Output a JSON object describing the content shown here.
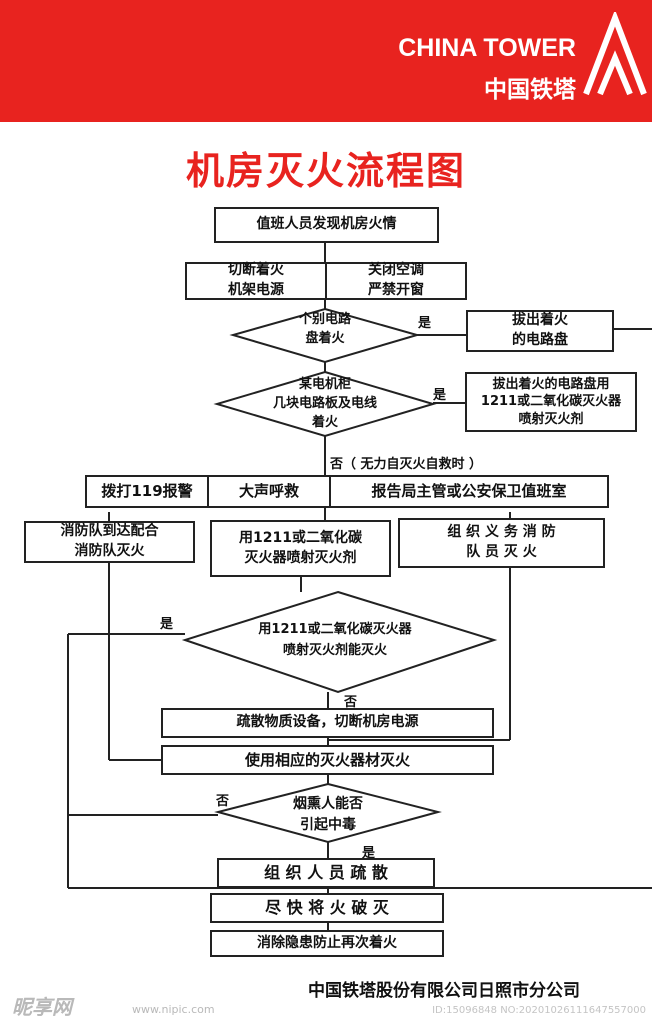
{
  "brand": {
    "name_en": "CHINA TOWER",
    "name_cn": "中国铁塔"
  },
  "title": "机房灭火流程图",
  "nodes": {
    "discover": "值班人员发现机房火情",
    "cut_power": [
      "切断着火",
      "机架电源"
    ],
    "close_ac": [
      "关闭空调",
      "严禁开窗"
    ],
    "d_single": [
      "个别电路",
      "盘着火"
    ],
    "pull_board": [
      "拔出着火",
      "的电路盘"
    ],
    "d_cabinet": [
      "某电机柜",
      "几块电路板及电线",
      "着火"
    ],
    "pull_spray": [
      "拔出着火的电路盘用",
      "1211或二氧化碳灭火器",
      "喷射灭火剂"
    ],
    "call119": "拨打119报警",
    "shout": "大声呼救",
    "report": "报告局主管或公安保卫值班室",
    "fire_dept": [
      "消防队到达配合",
      "消防队灭火"
    ],
    "use_ext": [
      "用1211或二氧化碳",
      "灭火器喷射灭火剂"
    ],
    "volunteers": [
      "组 织 义 务 消 防",
      "队 员 灭 火"
    ],
    "d_extinguish": [
      "用1211或二氧化碳灭火器",
      "喷射灭火剂能灭火"
    ],
    "evacuate_equip": "疏散物质设备，切断机房电源",
    "use_equip": "使用相应的灭火器材灭火",
    "d_smoke": [
      "烟熏人能否",
      "引起中毒"
    ],
    "evacuate_people": "组 织 人 员 疏 散",
    "extinguish": "尽 快 将 火 破 灭",
    "prevent": "消除隐患防止再次着火"
  },
  "labels": {
    "yes": "是",
    "no": "否",
    "no_help": "否（ 无力自灭火自救时 ）"
  },
  "footer": "中国铁塔股份有限公司日照市分公司",
  "watermark": {
    "site": "昵享网",
    "url": "www.nipic.com",
    "id": "ID:15096848 NO:20201026111647557000"
  },
  "colors": {
    "brand_red": "#e8231f",
    "line": "#222222"
  }
}
